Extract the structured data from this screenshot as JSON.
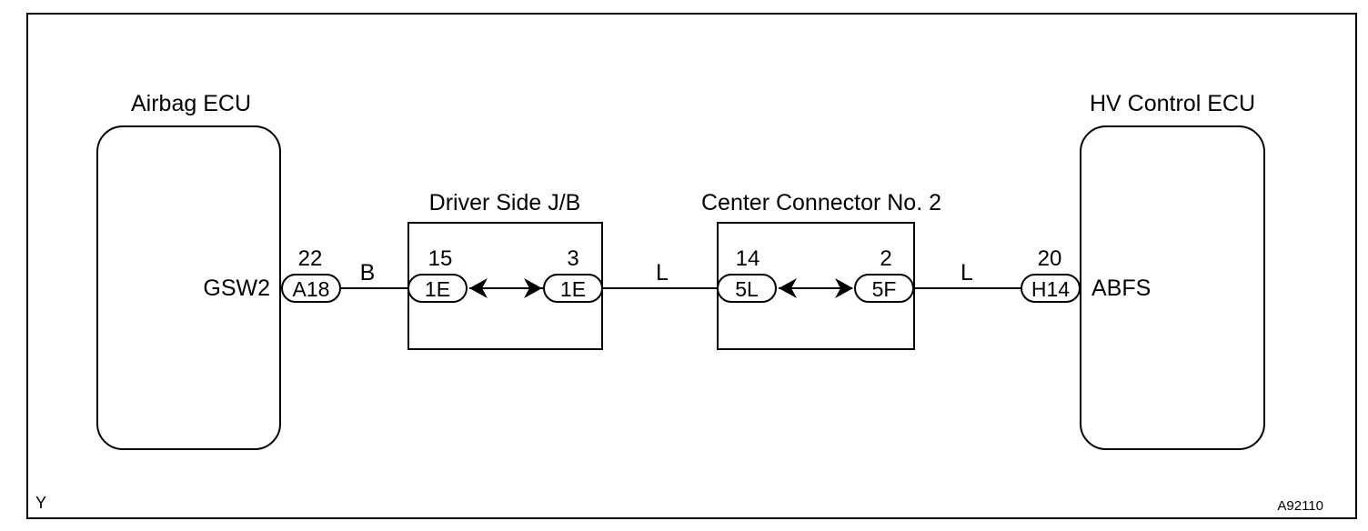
{
  "components": {
    "airbag_ecu": {
      "title": "Airbag ECU",
      "terminal": "GSW2"
    },
    "hv_control_ecu": {
      "title": "HV Control ECU",
      "terminal": "ABFS"
    },
    "driver_side_jb": {
      "title": "Driver Side J/B"
    },
    "center_connector": {
      "title": "Center Connector No. 2"
    }
  },
  "connectors": {
    "a18": {
      "code": "A18",
      "pin": "22"
    },
    "jb_left": {
      "code": "1E",
      "pin": "15"
    },
    "jb_right": {
      "code": "1E",
      "pin": "3"
    },
    "cc_left": {
      "code": "5L",
      "pin": "14"
    },
    "cc_right": {
      "code": "5F",
      "pin": "2"
    },
    "h14": {
      "code": "H14",
      "pin": "20"
    }
  },
  "wires": {
    "w1_color": "B",
    "w2_color": "L",
    "w3_color": "L"
  },
  "corner": {
    "left": "Y",
    "right": "A92110"
  }
}
